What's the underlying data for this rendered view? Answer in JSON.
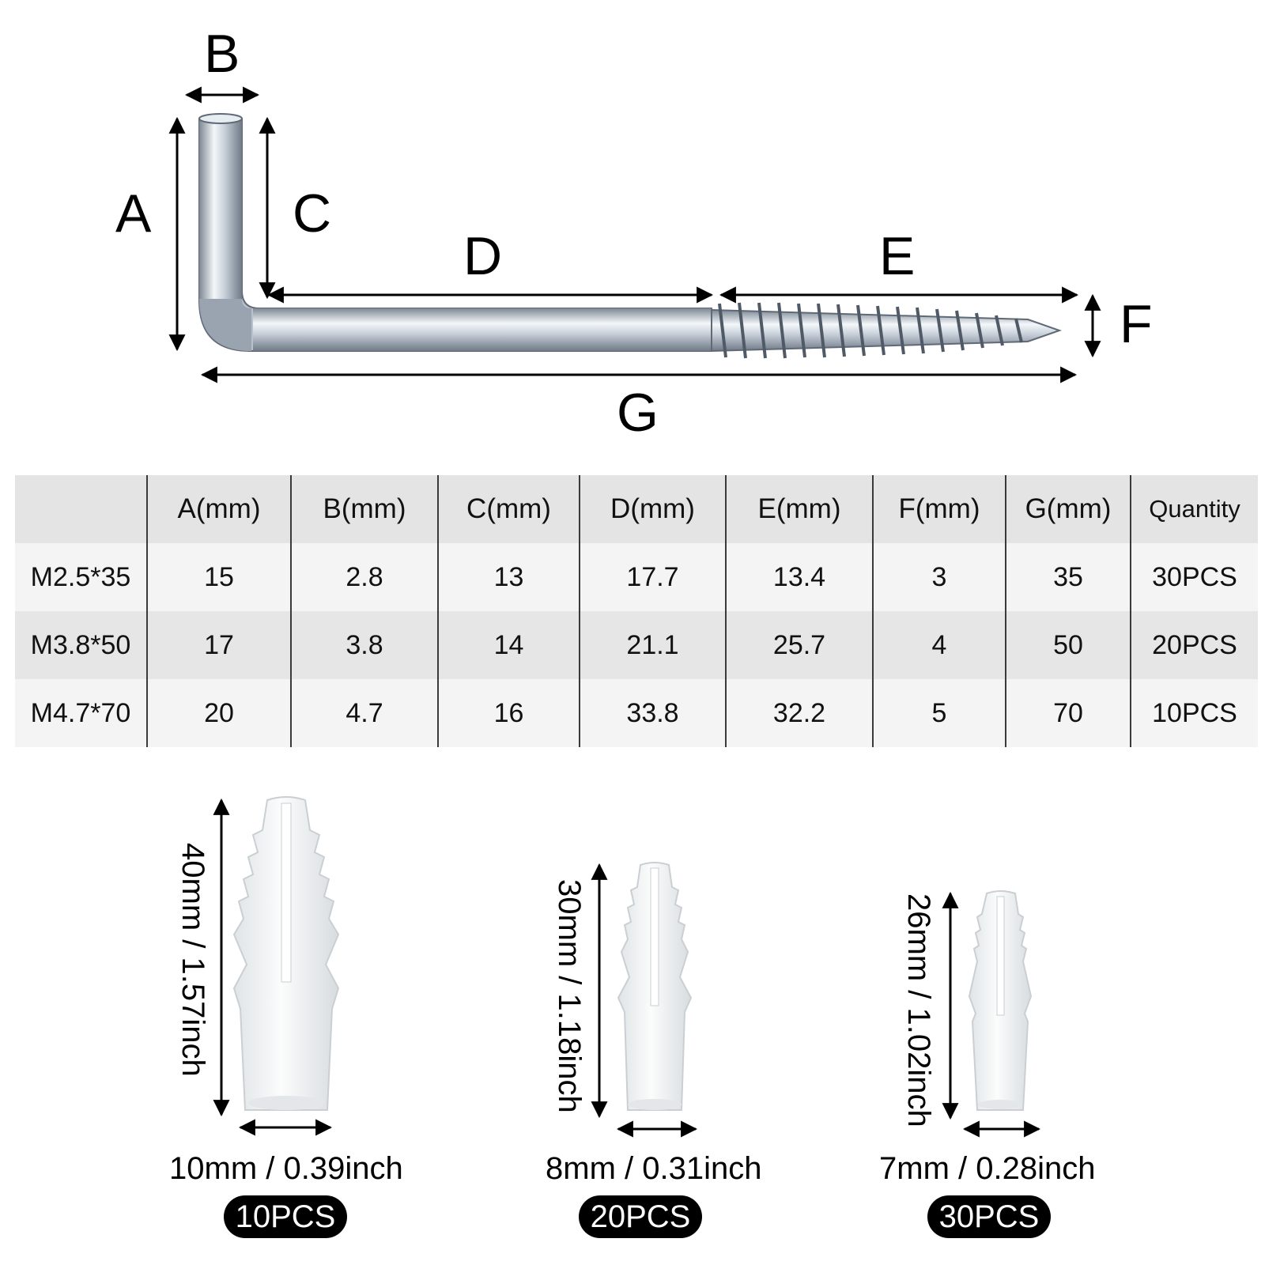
{
  "diagram_labels": {
    "a": "A",
    "b": "B",
    "c": "C",
    "d": "D",
    "e": "E",
    "f": "F",
    "g": "G"
  },
  "spec_table": {
    "headers": [
      "",
      "A(mm)",
      "B(mm)",
      "C(mm)",
      "D(mm)",
      "E(mm)",
      "F(mm)",
      "G(mm)",
      "Quantity"
    ],
    "rows": [
      [
        "M2.5*35",
        "15",
        "2.8",
        "13",
        "17.7",
        "13.4",
        "3",
        "35",
        "30PCS"
      ],
      [
        "M3.8*50",
        "17",
        "3.8",
        "14",
        "21.1",
        "25.7",
        "4",
        "50",
        "20PCS"
      ],
      [
        "M4.7*70",
        "20",
        "4.7",
        "16",
        "33.8",
        "32.2",
        "5",
        "70",
        "10PCS"
      ]
    ]
  },
  "anchors": [
    {
      "length": "40mm / 1.57inch",
      "width": "10mm / 0.39inch",
      "quantity": "10PCS"
    },
    {
      "length": "30mm / 1.18inch",
      "width": "8mm / 0.31inch",
      "quantity": "20PCS"
    },
    {
      "length": "26mm / 1.02inch",
      "width": "7mm / 0.28inch",
      "quantity": "30PCS"
    }
  ],
  "colors": {
    "steel": "#c3ccd6",
    "plastic": "#eff2f3",
    "pill": "#000000"
  }
}
